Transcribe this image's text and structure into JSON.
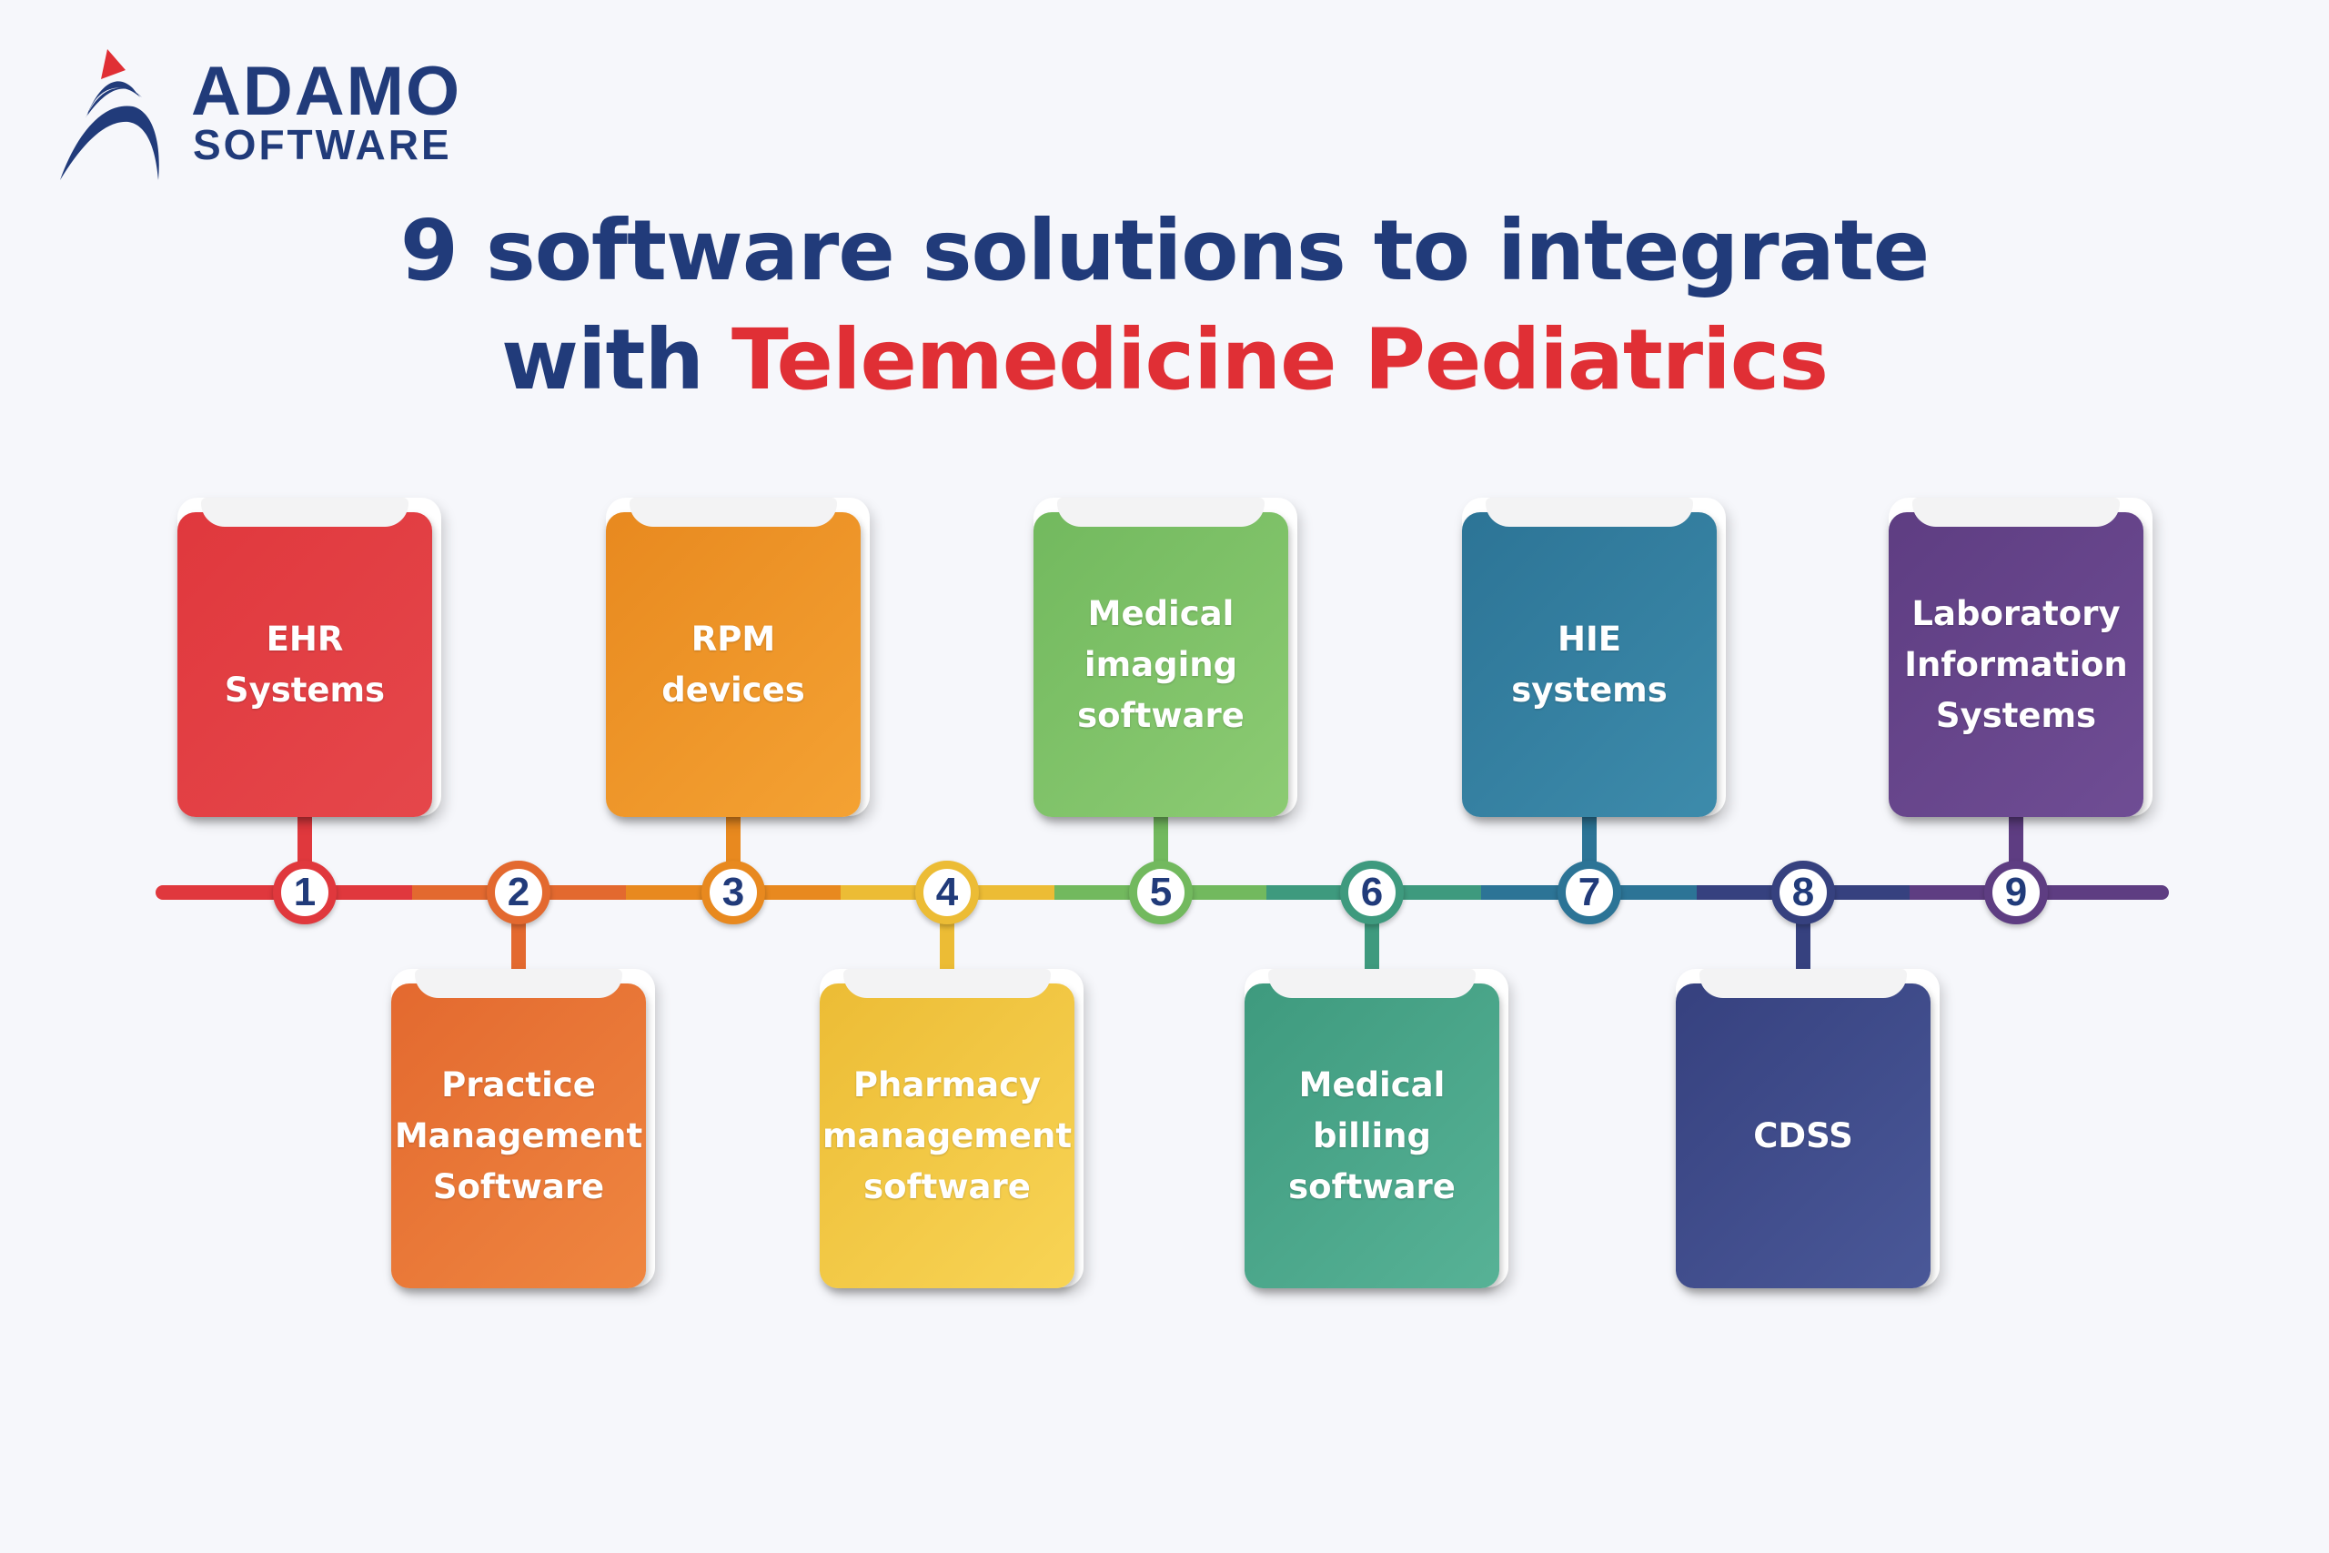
{
  "logo": {
    "line1": "ADAMO",
    "line2": "SOFTWARE",
    "brand_color": "#213b7a",
    "accent_color": "#e02f35"
  },
  "title": {
    "line1": "9 software solutions to integrate",
    "line2_prefix": "with ",
    "line2_highlight": "Telemedicine Pediatrics"
  },
  "items": [
    {
      "number": "1",
      "label": "EHR\nSystems",
      "color": "#e0383d",
      "color2": "#e5474b"
    },
    {
      "number": "2",
      "label": "Practice\nManagement\nSoftware",
      "color": "#e3692f",
      "color2": "#ef8640"
    },
    {
      "number": "3",
      "label": "RPM\ndevices",
      "color": "#e8891f",
      "color2": "#f4a233"
    },
    {
      "number": "4",
      "label": "Pharmacy\nmanagement\nsoftware",
      "color": "#ecbc35",
      "color2": "#f8d455"
    },
    {
      "number": "5",
      "label": "Medical\nimaging\nsoftware",
      "color": "#72b95e",
      "color2": "#8ccb73"
    },
    {
      "number": "6",
      "label": "Medical\nbilling\nsoftware",
      "color": "#3e9a7e",
      "color2": "#57b296"
    },
    {
      "number": "7",
      "label": "HIE\nsystems",
      "color": "#2c7496",
      "color2": "#3d8bab"
    },
    {
      "number": "8",
      "label": "CDSS",
      "color": "#36417f",
      "color2": "#4a5898"
    },
    {
      "number": "9",
      "label": "Laboratory\nInformation\nSystems",
      "color": "#5e3d82",
      "color2": "#6f4d94"
    }
  ]
}
